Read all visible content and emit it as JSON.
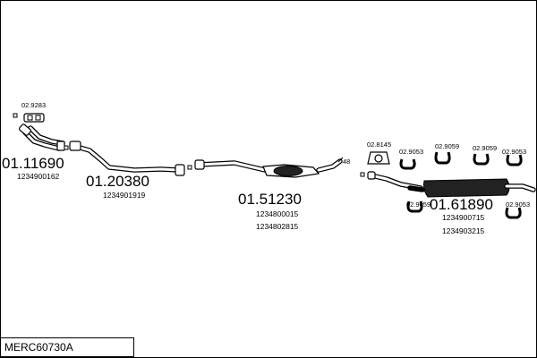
{
  "diagram_code": "MERC60730A",
  "parts": [
    {
      "id": "01.11690",
      "refs": [
        "1234900162"
      ]
    },
    {
      "id": "01.20380",
      "refs": [
        "1234901919"
      ]
    },
    {
      "id": "01.51230",
      "refs": [
        "1234800015",
        "1234802815"
      ]
    },
    {
      "id": "01.61890",
      "refs": [
        "1234900715",
        "1234903215"
      ]
    }
  ],
  "accessories": {
    "gasket_top": "02.9283",
    "mount_a": "02.8145",
    "hanger_1": "02.9053",
    "hanger_2": "02.9059",
    "hanger_3": "02.9059",
    "hanger_4": "02.9053",
    "hanger_5": "02.9059",
    "hanger_6": "02.9053",
    "clamp_label": "48"
  }
}
